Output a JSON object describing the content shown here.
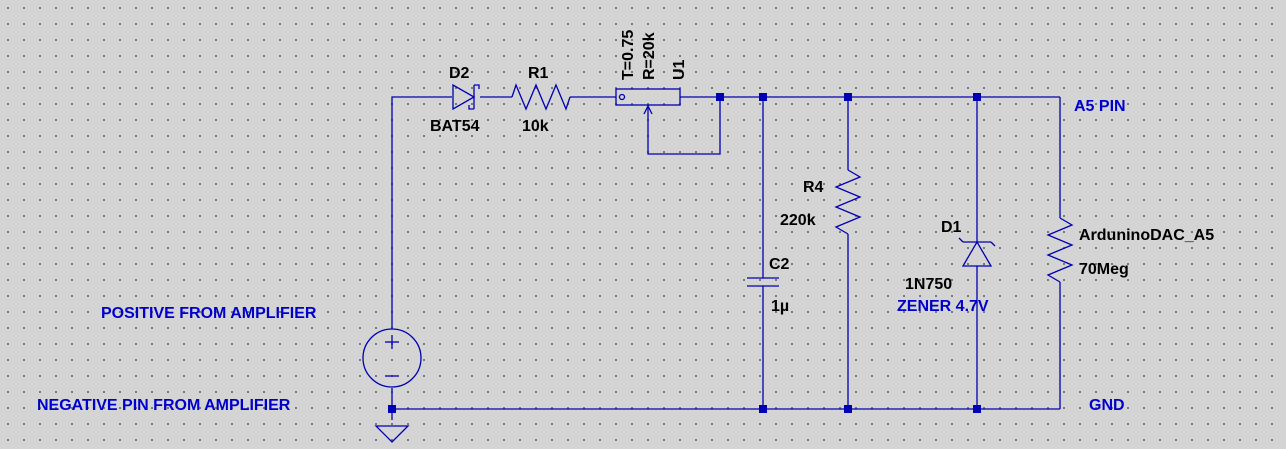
{
  "components": {
    "D2": {
      "name": "D2",
      "value": "BAT54"
    },
    "R1": {
      "name": "R1",
      "value": "10k"
    },
    "U1": {
      "name": "U1",
      "param_t": "T=0.75",
      "param_r": "R=20k"
    },
    "R4": {
      "name": "R4",
      "value": "220k"
    },
    "C2": {
      "name": "C2",
      "value": "1µ"
    },
    "D1": {
      "name": "D1",
      "value": "1N750",
      "note": "ZENER 4.7V"
    },
    "RL": {
      "name": "ArduninoDAC_A5",
      "value": "70Meg"
    }
  },
  "labels": {
    "a5_pin": "A5 PIN",
    "gnd": "GND",
    "positive": "POSITIVE FROM AMPLIFIER",
    "negative": "NEGATIVE PIN FROM AMPLIFIER"
  },
  "colors": {
    "wire": "#0000b4",
    "component_label": "#000000",
    "net_label": "#0000cc",
    "background": "#d4d4d4"
  }
}
